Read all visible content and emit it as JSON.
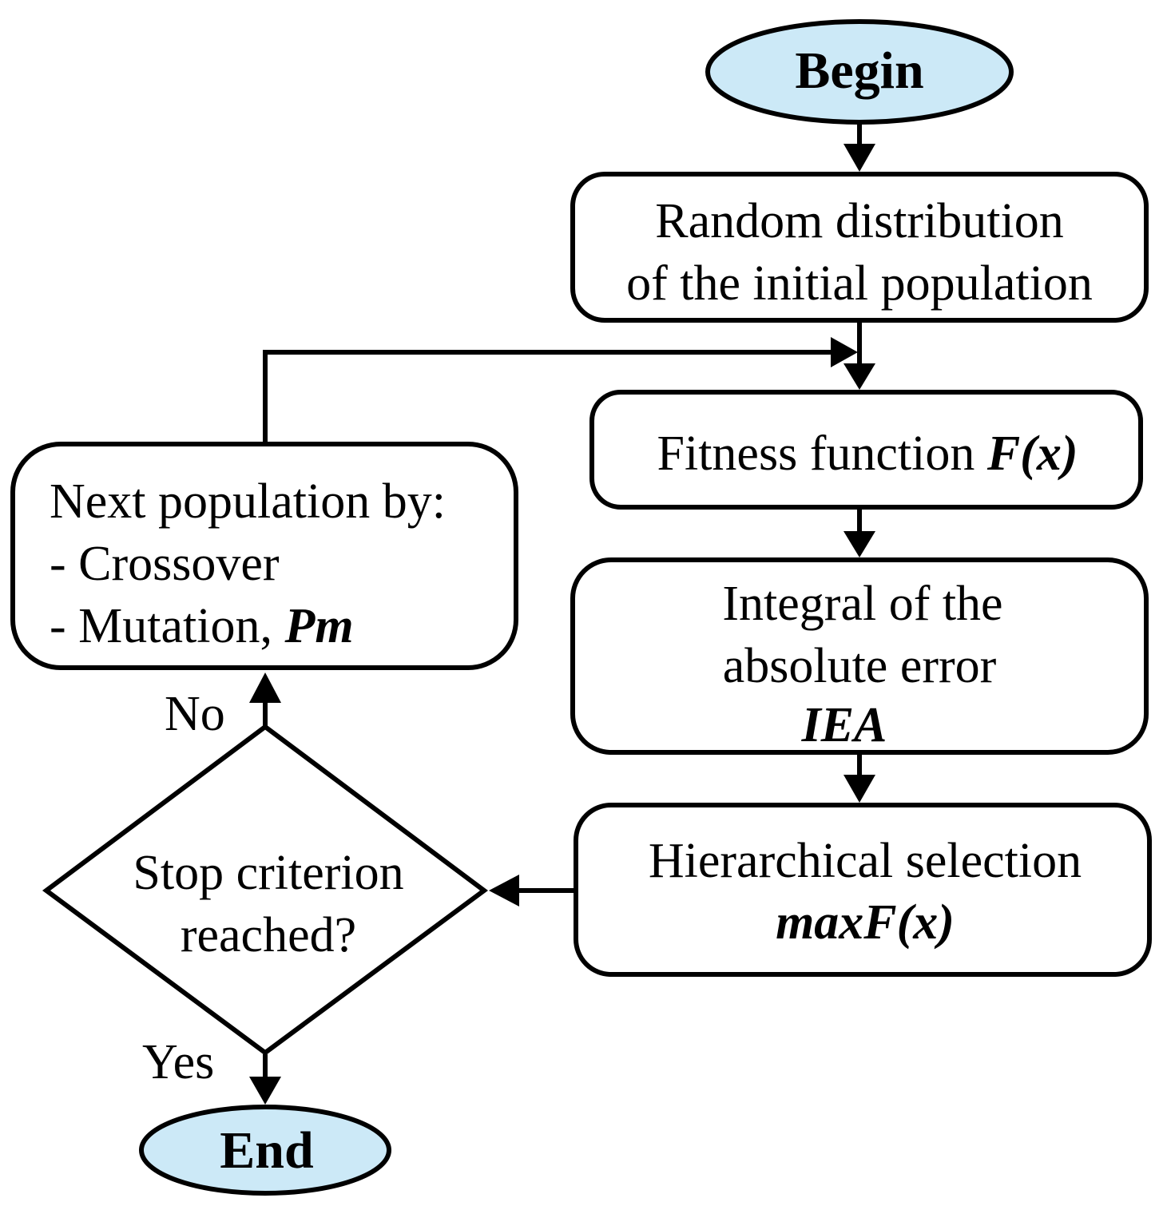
{
  "colors": {
    "terminal_fill": "#cce9f7",
    "stroke": "#000000",
    "background": "#ffffff"
  },
  "nodes": {
    "begin": {
      "label": "Begin"
    },
    "random": {
      "line1": "Random distribution",
      "line2": "of the initial population"
    },
    "fitness": {
      "text": "Fitness function ",
      "symbol": "F(x)"
    },
    "integral": {
      "line1": "Integral of the",
      "line2": "absolute error",
      "symbol": "IEA"
    },
    "selection": {
      "line1": "Hierarchical selection",
      "symbol": "maxF(x)"
    },
    "decision": {
      "line1": "Stop criterion",
      "line2": "reached?"
    },
    "next": {
      "line1": "Next population by:",
      "line2": "- Crossover",
      "line3": "- Mutation, ",
      "symbol": "Pm"
    },
    "end": {
      "label": "End"
    }
  },
  "edges": {
    "no_label": "No",
    "yes_label": "Yes"
  }
}
